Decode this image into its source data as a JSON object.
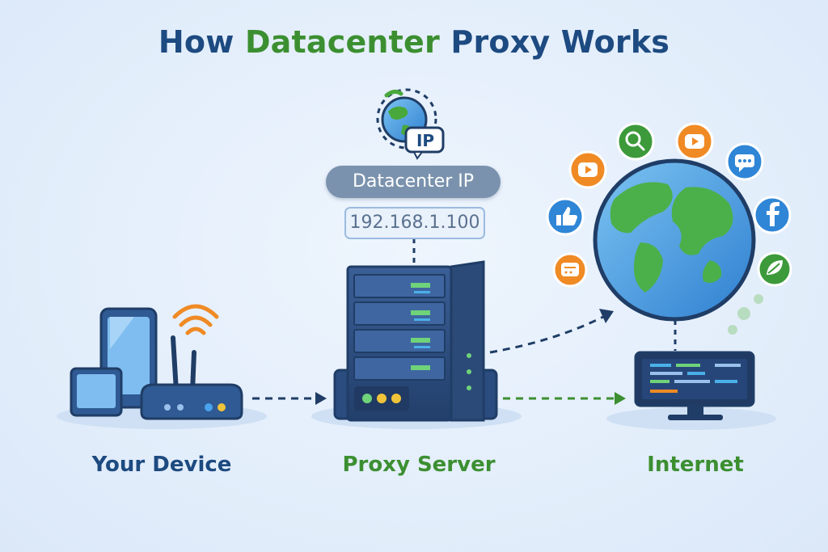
{
  "title": {
    "part1": "How ",
    "part2": "Datacenter",
    "part3": " Proxy Works"
  },
  "ip_badge": "IP",
  "proxy_ip": {
    "label": "Datacenter IP",
    "address": "192.168.1.100"
  },
  "nodes": {
    "device": "Your Device",
    "proxy": "Proxy Server",
    "internet": "Internet"
  },
  "colors": {
    "navy": "#1d4a80",
    "green": "#3c8f31",
    "arrow_navy": "#1f3d66",
    "arrow_green": "#3c8f31",
    "orange": "#f08a24",
    "blue_icon": "#2f86d6"
  },
  "icons": [
    "globe-ip-icon",
    "phone-icon",
    "laptop-icon",
    "router-icon",
    "wifi-icon",
    "server-rack-icon",
    "earth-icon",
    "monitor-icon",
    "youtube-icon",
    "search-icon",
    "chat-icon",
    "facebook-icon",
    "like-icon",
    "message-icon",
    "leaf-icon"
  ]
}
